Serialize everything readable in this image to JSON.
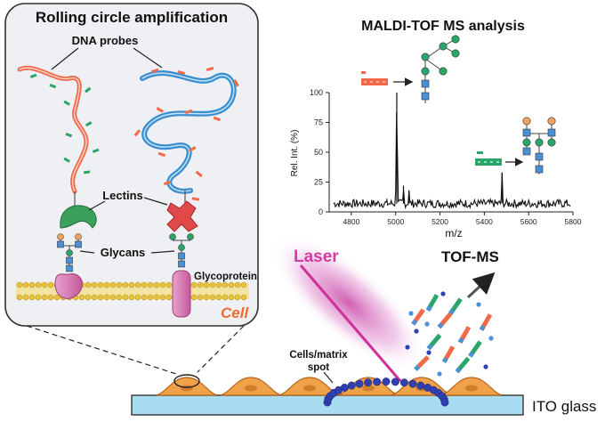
{
  "panel": {
    "title": "Rolling circle amplification",
    "dna_probes": "DNA probes",
    "lectins": "Lectins",
    "glycans": "Glycans",
    "glycoprotein": "Glycoprotein",
    "cell": "Cell"
  },
  "ms": {
    "title": "MALDI-TOF MS analysis"
  },
  "bottom": {
    "laser": "Laser",
    "tof_ms": "TOF-MS",
    "spot_line1": "Cells/matrix",
    "spot_line2": "spot",
    "ito_glass": "ITO glass"
  },
  "colors": {
    "orange_probe": "#f06a4a",
    "green_probe": "#2aa66a",
    "blue_strand": "#3a8fd0",
    "lectin_green": "#3aa05a",
    "lectin_red": "#e0484a",
    "laser_pink": "#d23ca0",
    "glass": "#a8dcf0",
    "cell_orange": "#f0a24a",
    "matrix_blue": "#3040b0"
  },
  "chart_data": {
    "type": "line",
    "title": "",
    "xlabel": "m/z",
    "ylabel": "Rel. Int. (%)",
    "xlim": [
      4700,
      5800
    ],
    "ylim": [
      0,
      100
    ],
    "x_ticks": [
      4800,
      5000,
      5200,
      5400,
      5600,
      5800
    ],
    "y_ticks": [
      0,
      25,
      50,
      75,
      100
    ],
    "peaks": [
      {
        "x": 5005,
        "y": 100
      },
      {
        "x": 5035,
        "y": 22
      },
      {
        "x": 5060,
        "y": 18
      },
      {
        "x": 5480,
        "y": 33
      }
    ],
    "baseline": 7
  }
}
